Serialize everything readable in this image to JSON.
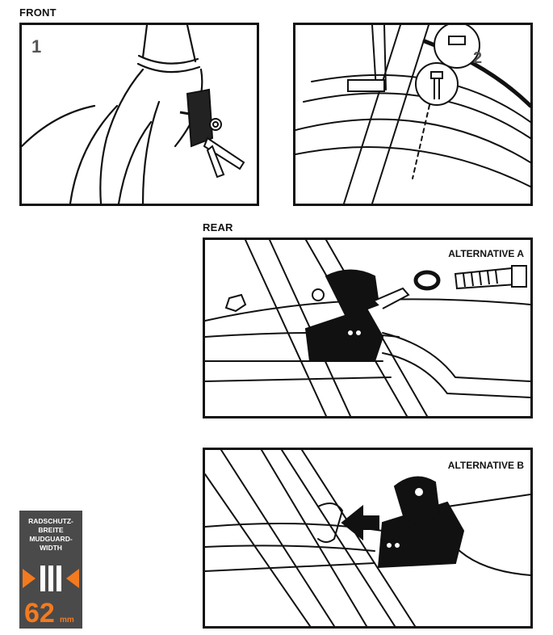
{
  "labels": {
    "front": "FRONT",
    "rear": "REAR",
    "step_1": "1",
    "step_2": "2",
    "alternative_a": "ALTERNATIVE A",
    "alternative_b": "ALTERNATIVE B"
  },
  "badge": {
    "line1": "RADSCHUTZ-",
    "line2": "BREITE",
    "line3": "MUDGUARD-",
    "line4": "WIDTH",
    "value": "62",
    "unit": "mm"
  },
  "colors": {
    "ink": "#111111",
    "badge_bg": "#4a4a4a",
    "accent": "#f47a1f"
  }
}
